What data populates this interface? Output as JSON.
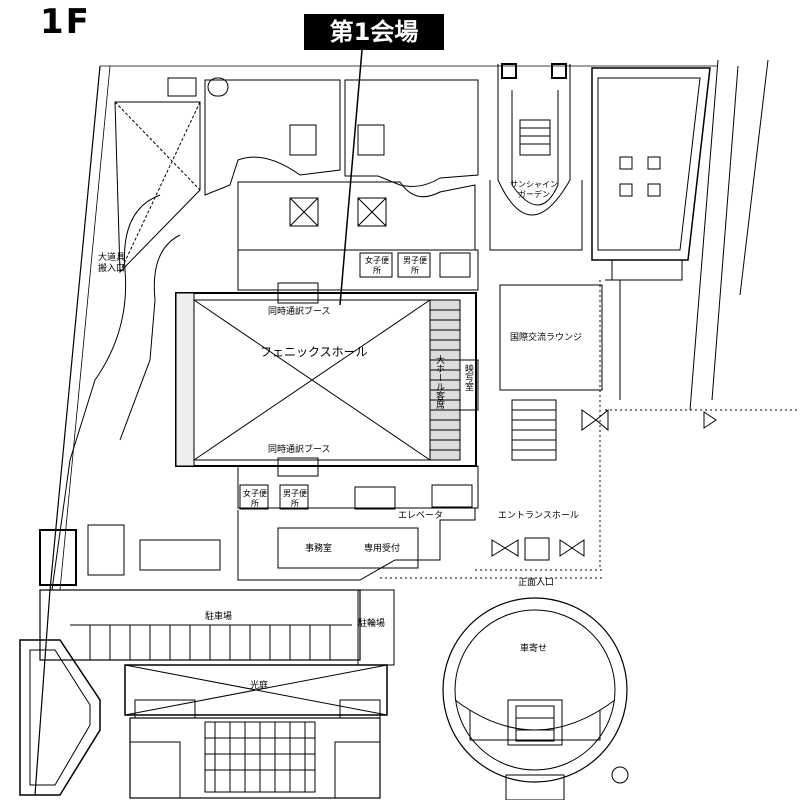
{
  "floor": "1F",
  "banner": "第1会場",
  "labels": {
    "phoenix_hall": "フェニックスホール",
    "interp_booth_top": "同時通訳ブース",
    "interp_booth_bottom": "同時通訳ブース",
    "ogudo_line1": "大道具",
    "ogudo_line2": "搬入口",
    "women_wc_top": "女子便所",
    "men_wc_top": "男子便所",
    "sunshine_line1": "サンシャイン",
    "sunshine_line2": "ガーデン",
    "lounge": "国際交流ラウンジ",
    "large_hall_seats": "大ホール客席",
    "projection": "映写室",
    "women_wc_bottom": "女子便所",
    "men_wc_bottom": "男子便所",
    "elevator": "エレベータ",
    "entrance_hall": "エントランスホール",
    "office": "事務室",
    "reception": "専用受付",
    "main_entrance": "正面入口",
    "parking": "駐車場",
    "bicycle": "駐輪場",
    "courtyard": "光庭",
    "carport": "車寄せ"
  }
}
